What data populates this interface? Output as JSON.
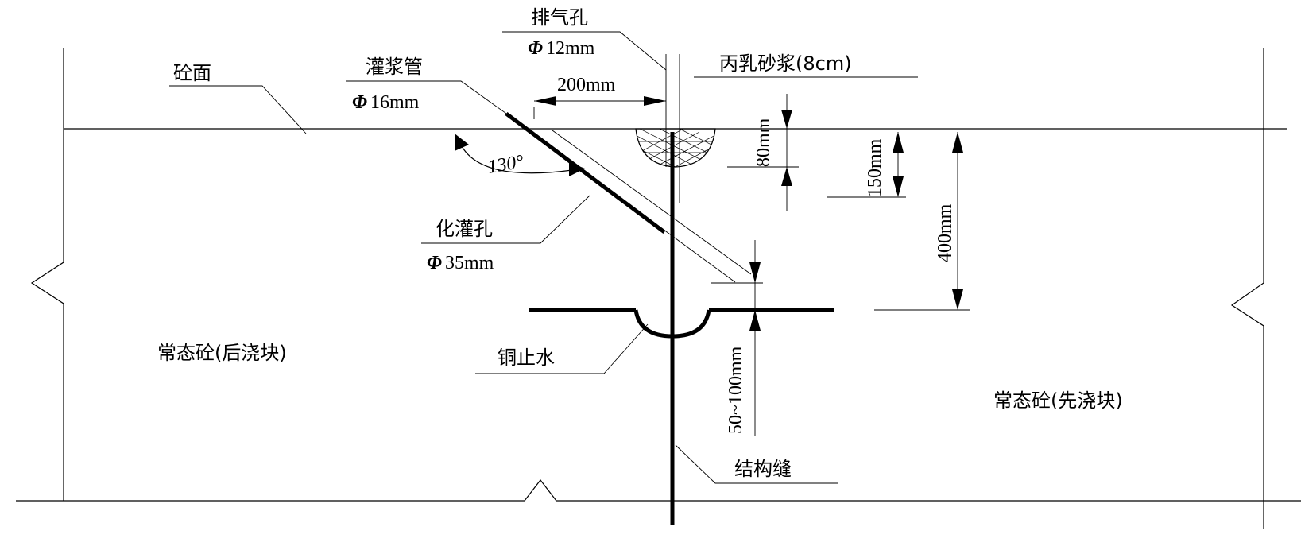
{
  "labels": {
    "concrete_surface": "砼面",
    "exhaust_hole": "排气孔",
    "exhaust_hole_dia": "12mm",
    "grout_pipe": "灌浆管",
    "grout_pipe_dia": "16mm",
    "mortar": "丙乳砂浆(8cm)",
    "dim_200": "200mm",
    "angle": "130°",
    "grout_hole": "化灌孔",
    "grout_hole_dia": "35mm",
    "dim_80": "80mm",
    "dim_150": "150mm",
    "dim_400": "400mm",
    "dim_50_100": "50~100mm",
    "copper_waterstop": "铜止水",
    "later_block": "常态砼(后浇块)",
    "earlier_block": "常态砼(先浇块)",
    "structural_joint": "结构缝",
    "phi_symbol": "Φ"
  }
}
